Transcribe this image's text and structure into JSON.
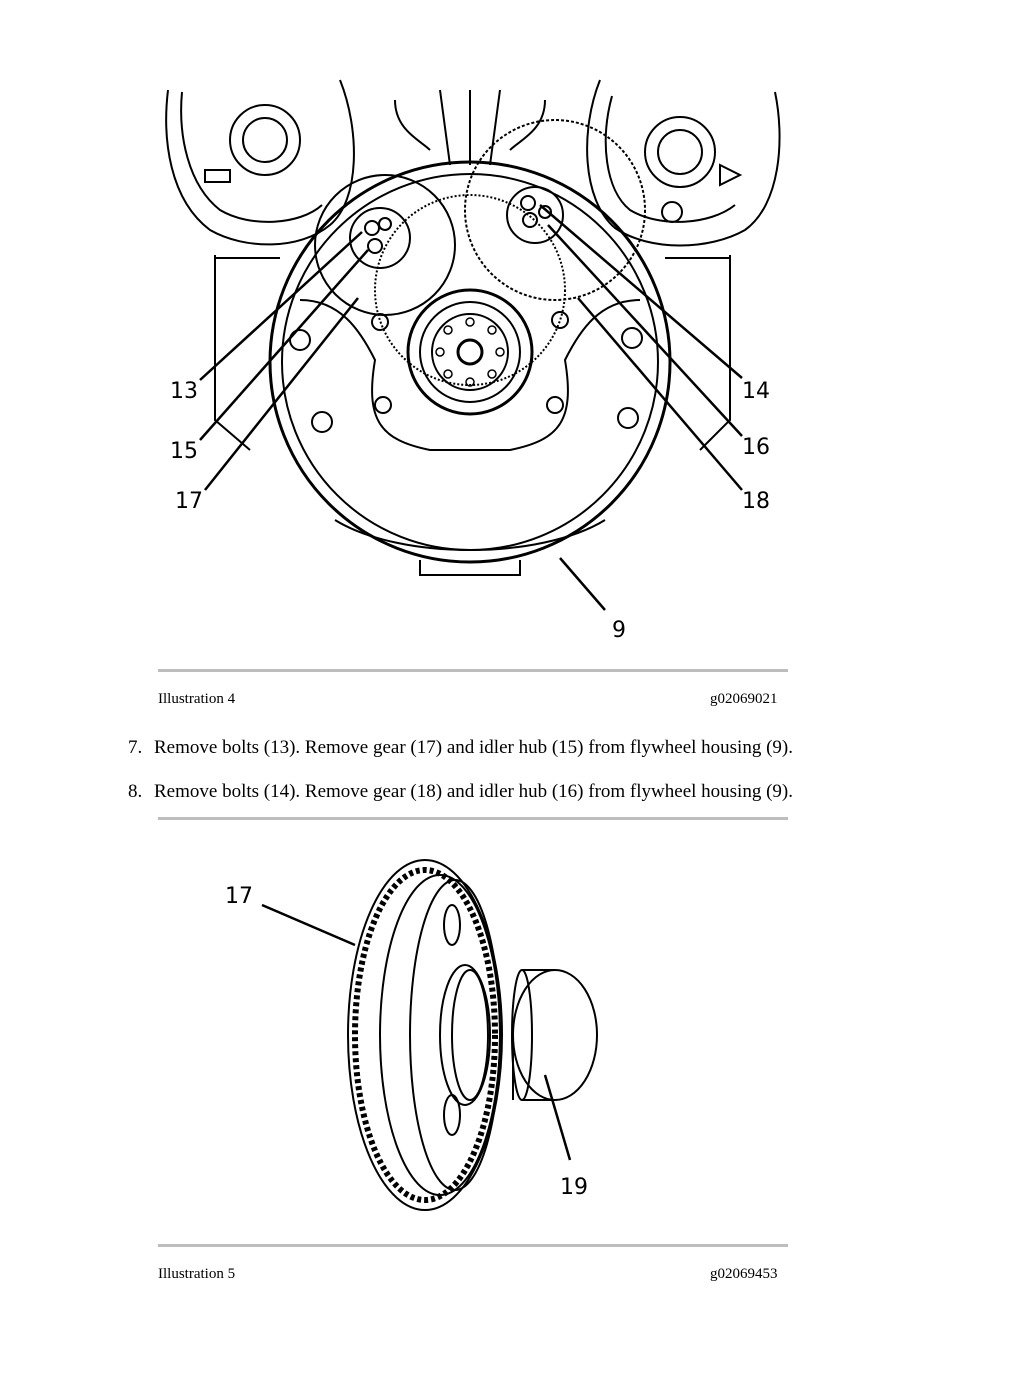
{
  "illustration4": {
    "caption_label": "Illustration 4",
    "caption_id": "g02069021",
    "callouts": {
      "c13": "13",
      "c15": "15",
      "c17": "17",
      "c14": "14",
      "c16": "16",
      "c18": "18",
      "c9": "9"
    }
  },
  "steps": [
    {
      "number": "7.",
      "text": "Remove bolts (13). Remove gear (17) and idler hub (15) from flywheel housing (9)."
    },
    {
      "number": "8.",
      "text": "Remove bolts (14). Remove gear (18) and idler hub (16) from flywheel housing (9)."
    }
  ],
  "illustration5": {
    "caption_label": "Illustration 5",
    "caption_id": "g02069453",
    "callouts": {
      "c17": "17",
      "c19": "19"
    }
  }
}
